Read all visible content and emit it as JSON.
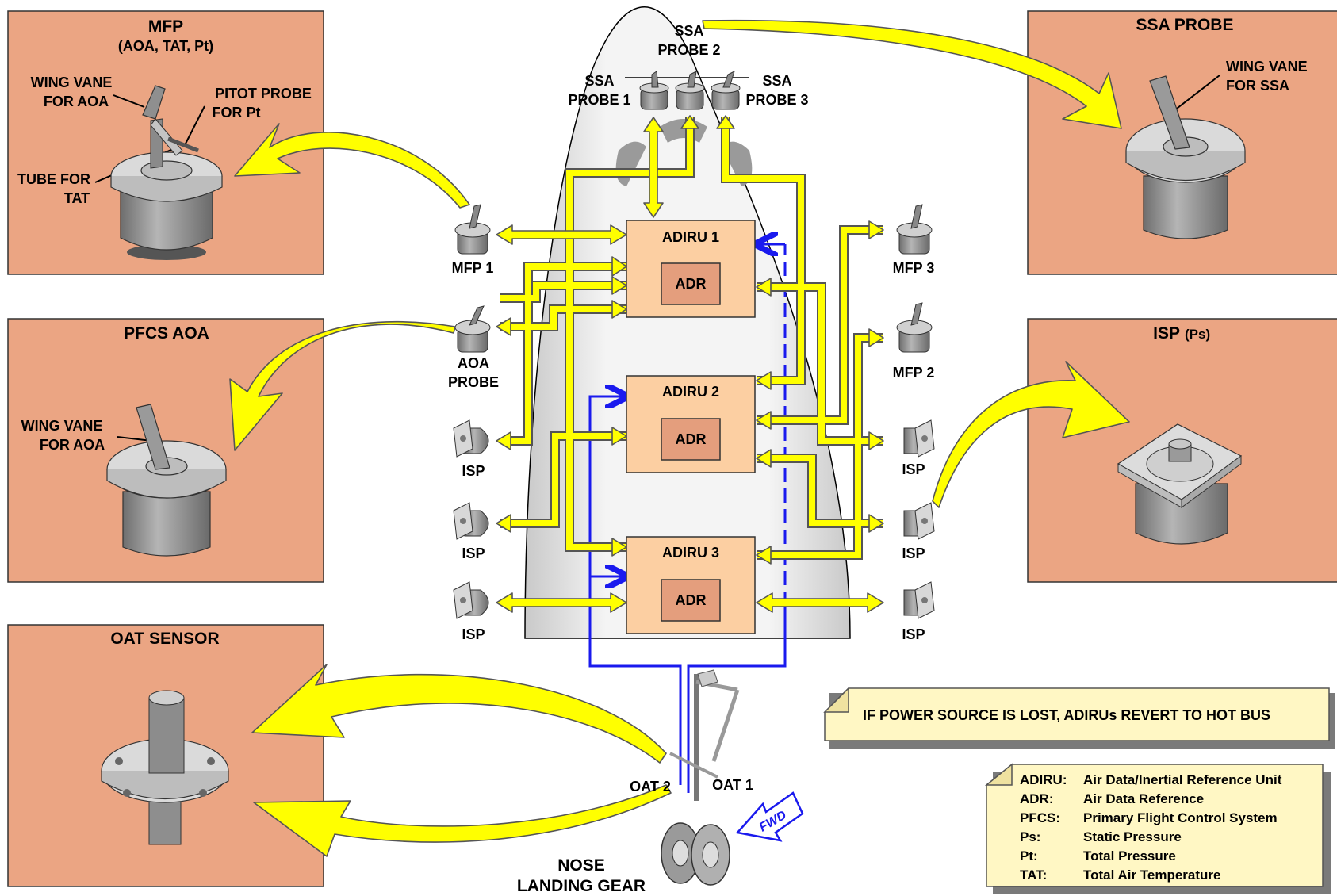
{
  "colors": {
    "panel": "#eba583",
    "adiru_box": "#fccfa2",
    "adr_box": "#e49e7d",
    "data_bus": "#ffff00",
    "power_line": "#1a1aee",
    "note": "#fff7c4"
  },
  "panels": {
    "mfp": {
      "title": "MFP",
      "subtitle": "(AOA, TAT, Pt)",
      "wing_vane": [
        "WING VANE",
        "FOR AOA"
      ],
      "pitot": [
        "PITOT PROBE",
        "FOR Pt"
      ],
      "tube": [
        "TUBE FOR",
        "TAT"
      ]
    },
    "pfcs_aoa": {
      "title": "PFCS AOA",
      "wing_vane": [
        "WING VANE",
        "FOR AOA"
      ]
    },
    "oat_sensor": {
      "title": "OAT SENSOR"
    },
    "ssa_probe": {
      "title": "SSA PROBE",
      "wing_vane": [
        "WING VANE",
        "FOR SSA"
      ]
    },
    "isp": {
      "title": "ISP",
      "subtitle": "(Ps)"
    }
  },
  "nose_probes": {
    "ssa1": [
      "SSA",
      "PROBE 1"
    ],
    "ssa2": [
      "SSA",
      "PROBE 2"
    ],
    "ssa3": [
      "SSA",
      "PROBE 3"
    ]
  },
  "units": [
    {
      "title": "ADIRU 1",
      "inner": "ADR"
    },
    {
      "title": "ADIRU 2",
      "inner": "ADR"
    },
    {
      "title": "ADIRU 3",
      "inner": "ADR"
    }
  ],
  "sensors": {
    "mfp1": "MFP 1",
    "mfp2": "MFP 2",
    "mfp3": "MFP 3",
    "aoa": [
      "AOA",
      "PROBE"
    ],
    "isp": "ISP"
  },
  "landing_gear": {
    "oat1": "OAT 1",
    "oat2": "OAT 2",
    "label": [
      "NOSE",
      "LANDING GEAR"
    ],
    "fwd": "FWD"
  },
  "power_note": "IF POWER SOURCE IS LOST, ADIRUs REVERT TO HOT BUS",
  "legend": [
    {
      "abbr": "ADIRU:",
      "text": "Air Data/Inertial Reference Unit"
    },
    {
      "abbr": "ADR:",
      "text": "Air Data Reference"
    },
    {
      "abbr": "PFCS:",
      "text": "Primary Flight Control System"
    },
    {
      "abbr": "Ps:",
      "text": "Static Pressure"
    },
    {
      "abbr": "Pt:",
      "text": "Total Pressure"
    },
    {
      "abbr": "TAT:",
      "text": "Total Air Temperature"
    }
  ]
}
